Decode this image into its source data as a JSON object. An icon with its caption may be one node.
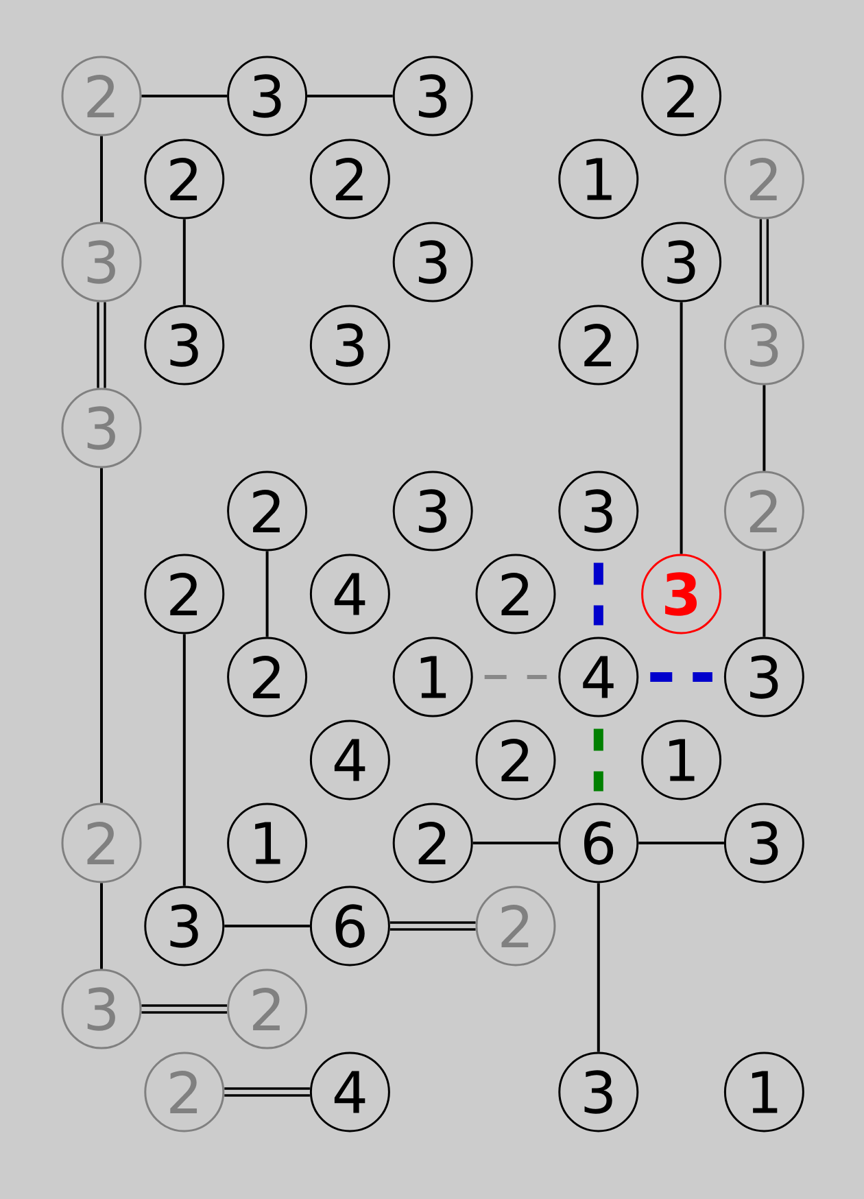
{
  "diagram": {
    "nodes": [
      {
        "text": [
          "2"
        ]
      },
      {
        "text": [
          "3"
        ]
      },
      {
        "text": [
          "3"
        ]
      },
      {
        "text": [
          "2"
        ]
      },
      {
        "text": [
          "2"
        ]
      },
      {
        "text": [
          "2"
        ]
      },
      {
        "text": [
          "1"
        ]
      },
      {
        "text": [
          "2"
        ]
      },
      {
        "text": [
          "3"
        ]
      },
      {
        "text": [
          "3"
        ]
      },
      {
        "text": [
          "3"
        ]
      },
      {
        "text": [
          "3"
        ]
      },
      {
        "text": [
          "3"
        ]
      },
      {
        "text": [
          "2"
        ]
      },
      {
        "text": [
          "3"
        ]
      },
      {
        "text": [
          "3"
        ]
      },
      {
        "text": [
          "2"
        ]
      },
      {
        "text": [
          "3"
        ]
      },
      {
        "text": [
          "3"
        ]
      },
      {
        "text": [
          "2"
        ]
      },
      {
        "text": [
          "2"
        ]
      },
      {
        "text": [
          "4"
        ]
      },
      {
        "text": [
          "2"
        ]
      },
      {
        "text": [
          "3"
        ]
      },
      {
        "text": [
          "2"
        ]
      },
      {
        "text": [
          "1"
        ]
      },
      {
        "text": [
          "4"
        ]
      },
      {
        "text": [
          "3"
        ]
      },
      {
        "text": [
          "4"
        ]
      },
      {
        "text": [
          "2"
        ]
      },
      {
        "text": [
          "1"
        ]
      },
      {
        "text": [
          "2"
        ]
      },
      {
        "text": [
          "1"
        ]
      },
      {
        "text": [
          "2"
        ]
      },
      {
        "text": [
          "6"
        ]
      },
      {
        "text": [
          "3"
        ]
      },
      {
        "text": [
          "3"
        ]
      },
      {
        "text": [
          "6"
        ]
      },
      {
        "text": [
          "2"
        ]
      },
      {
        "text": [
          "3"
        ]
      },
      {
        "text": [
          "2"
        ]
      },
      {
        "text": [
          "2"
        ]
      },
      {
        "text": [
          "4"
        ]
      },
      {
        "text": [
          "3"
        ]
      },
      {
        "text": [
          "1"
        ]
      }
    ],
    "edges": [
      {
        "from": 0,
        "to": 1,
        "arrow": "none"
      },
      {
        "from": 1,
        "to": 2,
        "arrow": "none"
      },
      {
        "from": 0,
        "to": 8,
        "arrow": "none"
      },
      {
        "from": 4,
        "to": 11,
        "arrow": "none"
      },
      {
        "from": 7,
        "to": 14,
        "arrow": "none"
      },
      {
        "from": 7,
        "to": 14,
        "arrow": "none"
      },
      {
        "from": 8,
        "to": 15,
        "arrow": "none"
      },
      {
        "from": 8,
        "to": 15,
        "arrow": "none"
      },
      {
        "from": 10,
        "to": 23,
        "arrow": "none"
      },
      {
        "from": 14,
        "to": 19,
        "arrow": "none"
      },
      {
        "from": 15,
        "to": 31,
        "arrow": "none"
      },
      {
        "from": 16,
        "to": 24,
        "arrow": "none"
      },
      {
        "from": 18,
        "to": 26,
        "arrow": "none",
        "style": "dashed",
        "color": "#0000cc"
      },
      {
        "from": 19,
        "to": 27,
        "arrow": "none"
      },
      {
        "from": 20,
        "to": 36,
        "arrow": "none"
      },
      {
        "from": 25,
        "to": 26,
        "arrow": "none",
        "style": "dashed",
        "color": "#888888"
      },
      {
        "from": 26,
        "to": 27,
        "arrow": "none",
        "style": "dashed",
        "color": "#0000cc"
      },
      {
        "from": 26,
        "to": 34,
        "arrow": "none",
        "style": "dashed",
        "color": "#008000"
      },
      {
        "from": 31,
        "to": 39,
        "arrow": "none"
      },
      {
        "from": 33,
        "to": 34,
        "arrow": "none"
      },
      {
        "from": 34,
        "to": 35,
        "arrow": "none"
      },
      {
        "from": 34,
        "to": 43,
        "arrow": "none"
      },
      {
        "from": 36,
        "to": 37,
        "arrow": "none"
      },
      {
        "from": 37,
        "to": 38,
        "arrow": "none"
      },
      {
        "from": 37,
        "to": 38,
        "arrow": "none"
      },
      {
        "from": 39,
        "to": 40,
        "arrow": "none"
      },
      {
        "from": 39,
        "to": 40,
        "arrow": "none"
      },
      {
        "from": 41,
        "to": 42,
        "arrow": "none"
      },
      {
        "from": 41,
        "to": 42,
        "arrow": "none"
      }
    ]
  }
}
